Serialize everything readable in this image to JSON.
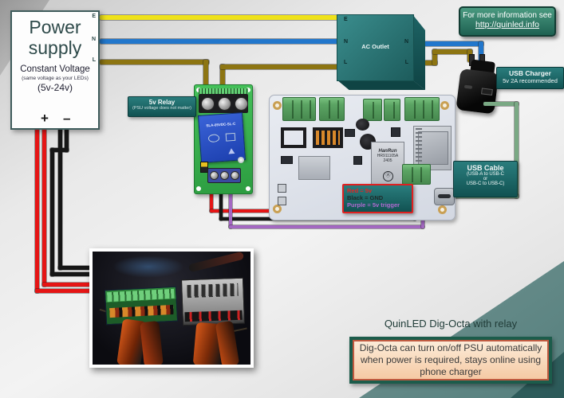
{
  "colors": {
    "wire_earth_yellow": "#efe21a",
    "wire_neutral_blue": "#2277cc",
    "wire_live_olive": "#8d7512",
    "wire_5v_red": "#e51515",
    "wire_gnd_black": "#161616",
    "wire_trigger_purple": "#a468c2",
    "wire_usb_green": "#7aa984",
    "teal_label": "#1d6b6b",
    "accent_teal": "#2a7d7d"
  },
  "psu": {
    "title_line1": "Power",
    "title_line2": "supply",
    "subtitle": "Constant Voltage",
    "note": "(same voltage as your LEDs)",
    "range": "(5v-24v)",
    "plus": "+",
    "minus": "–",
    "terminal_e": "E",
    "terminal_n": "N",
    "terminal_l": "L"
  },
  "outlet": {
    "label": "AC Outlet",
    "e": "E",
    "n": "N",
    "l": "L",
    "n_right": "N",
    "l_right": "L"
  },
  "info_box": {
    "line1": "For more information see",
    "link": "http://quinled.info"
  },
  "usb_charger_label": {
    "title": "USB Charger",
    "subtitle": "5v 2A recommended"
  },
  "usb_cable_label": {
    "title": "USB Cable",
    "line1": "(USB-A to USB-C",
    "line2": "or",
    "line3": "USB-C to USB-C)"
  },
  "relay": {
    "label_title": "5v Relay",
    "label_note": "(PSU voltage does not matter)",
    "chip_text": "SLA-05VDC-SL-C"
  },
  "legend": {
    "red": "Red = 5v",
    "black": "Black = GND",
    "purple": "Purple = 5v trigger"
  },
  "board": {
    "ethernet_line1": "HanRun",
    "ethernet_line2": "HR911105A",
    "ethernet_line3": "2405"
  },
  "caption": "QuinLED Dig-Octa with relay",
  "note_box": {
    "text": "Dig-Octa can turn on/off PSU automatically when power is required, stays online using phone charger"
  }
}
